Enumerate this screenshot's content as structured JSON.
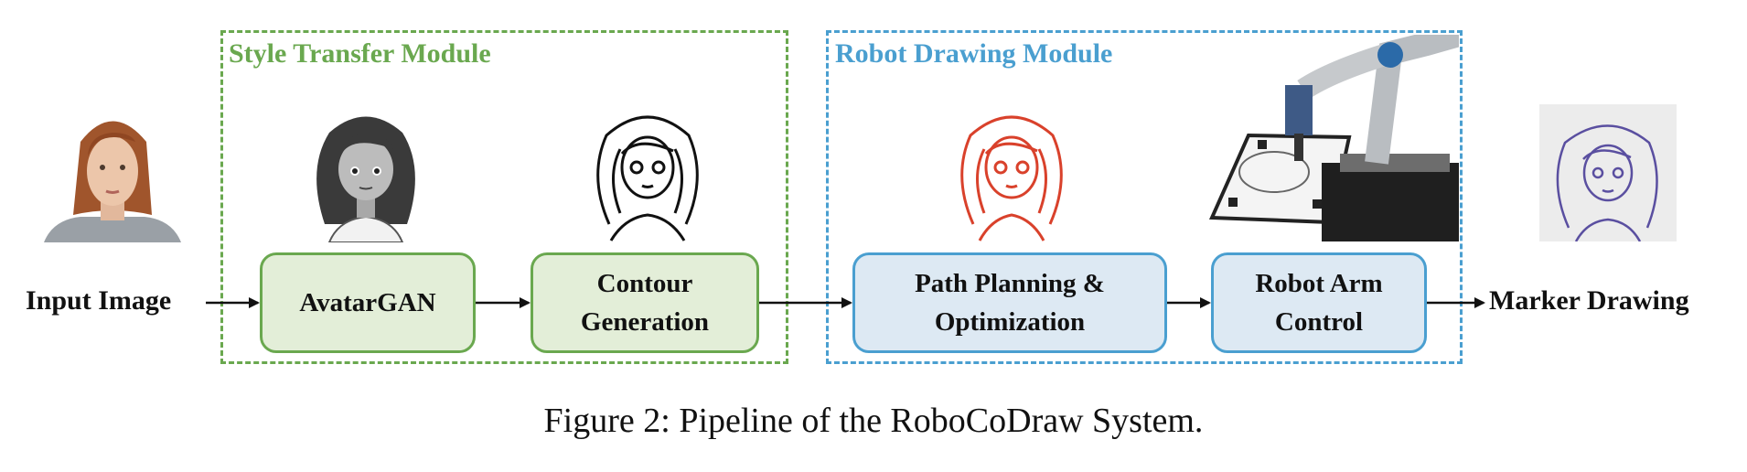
{
  "modules": {
    "style_transfer": {
      "title": "Style Transfer Module",
      "color": "#6aa84f"
    },
    "robot_drawing": {
      "title": "Robot Drawing Module",
      "color": "#4a9fd0"
    }
  },
  "pipeline": {
    "input_label": "Input Image",
    "output_label": "Marker Drawing",
    "nodes": {
      "avatargan": {
        "lines": [
          "AvatarGAN"
        ]
      },
      "contour": {
        "lines": [
          "Contour",
          "Generation"
        ]
      },
      "path": {
        "lines": [
          "Path Planning &",
          "Optimization"
        ]
      },
      "robot": {
        "lines": [
          "Robot Arm",
          "Control"
        ]
      }
    }
  },
  "caption": "Figure 2: Pipeline of the RoboCoDraw System.",
  "colors": {
    "green_fill": "#e3eed8",
    "blue_fill": "#dde9f3",
    "arrow": "#111111",
    "red_sketch": "#d9412b",
    "purple_sketch": "#5a4fa0"
  }
}
